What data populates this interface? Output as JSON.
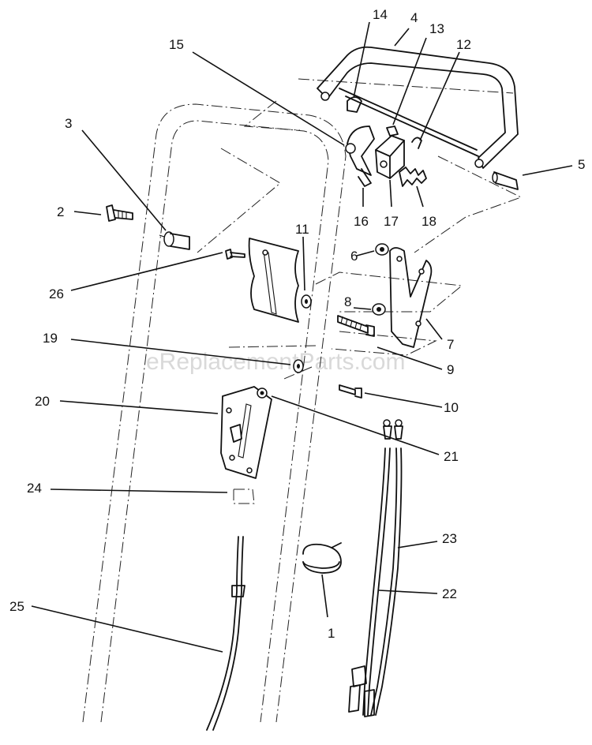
{
  "watermark": "eReplacementParts.com",
  "parts": [
    {
      "number": "1"
    },
    {
      "number": "2"
    },
    {
      "number": "3"
    },
    {
      "number": "4"
    },
    {
      "number": "5"
    },
    {
      "number": "6"
    },
    {
      "number": "7"
    },
    {
      "number": "8"
    },
    {
      "number": "9"
    },
    {
      "number": "10"
    },
    {
      "number": "11"
    },
    {
      "number": "12"
    },
    {
      "number": "13"
    },
    {
      "number": "14"
    },
    {
      "number": "15"
    },
    {
      "number": "16"
    },
    {
      "number": "17"
    },
    {
      "number": "18"
    },
    {
      "number": "19"
    },
    {
      "number": "20"
    },
    {
      "number": "21"
    },
    {
      "number": "22"
    },
    {
      "number": "23"
    },
    {
      "number": "24"
    },
    {
      "number": "25"
    },
    {
      "number": "26"
    }
  ]
}
